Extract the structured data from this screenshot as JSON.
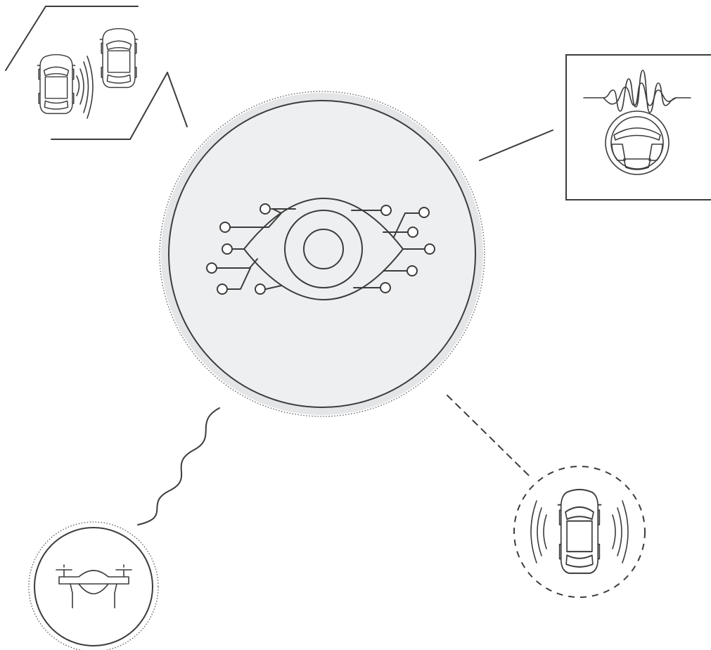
{
  "diagram": {
    "style": "monochrome line-art",
    "colors": {
      "stroke": "#3c3c3c",
      "hub_fill": "#eeeff0",
      "hub_halo": "#e4e5e7",
      "background": "#ffffff"
    },
    "hub": {
      "icon": "ai-eye-circuit-icon"
    },
    "satellites": [
      {
        "id": "parking-sensor",
        "icon": "cars-proximity-sensor-icon",
        "connector": "solid-line"
      },
      {
        "id": "driver-monitor",
        "icon": "steering-wheel-signal-icon",
        "connector": "solid-line"
      },
      {
        "id": "drone",
        "icon": "drone-icon",
        "connector": "wavy-line"
      },
      {
        "id": "car-radar",
        "icon": "car-radar-icon",
        "connector": "dashed-line"
      }
    ]
  }
}
